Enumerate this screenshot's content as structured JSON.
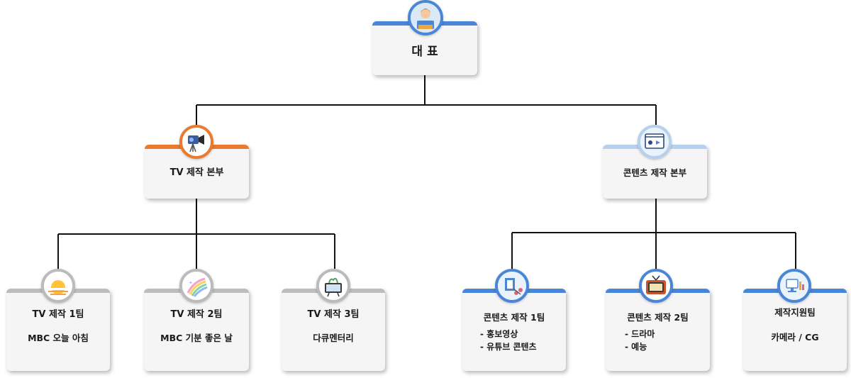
{
  "colors": {
    "blue": "#4a86d8",
    "orange": "#ea7b2c",
    "light_blue": "#b6d0ef",
    "gray": "#bdbdbd",
    "line": "#111111"
  },
  "ceo": {
    "title": "대 표",
    "icon": "ceo-person-icon"
  },
  "divisions": [
    {
      "title": "TV 제작 본부",
      "icon": "tv-camera-icon",
      "teams": [
        {
          "title": "TV 제작 1팀",
          "program": "MBC 오늘 아침",
          "icon": "sunrise-icon"
        },
        {
          "title": "TV 제작 2팀",
          "program": "MBC 기분 좋은 날",
          "icon": "rainbow-icon"
        },
        {
          "title": "TV 제작 3팀",
          "program": "다큐멘터리",
          "icon": "documentary-icon"
        }
      ]
    },
    {
      "title": "콘텐츠 제작 본부",
      "icon": "video-player-icon",
      "teams": [
        {
          "title": "콘텐츠 제작 1팀",
          "items": [
            "- 홍보영상",
            "- 유튜브 콘텐츠"
          ],
          "icon": "film-edit-icon"
        },
        {
          "title": "콘텐츠 제작 2팀",
          "items": [
            "- 드라마",
            "- 예능"
          ],
          "icon": "retro-tv-icon"
        },
        {
          "title": "제작지원팀",
          "program": "카메라 / CG",
          "icon": "cg-workstation-icon"
        }
      ]
    }
  ]
}
